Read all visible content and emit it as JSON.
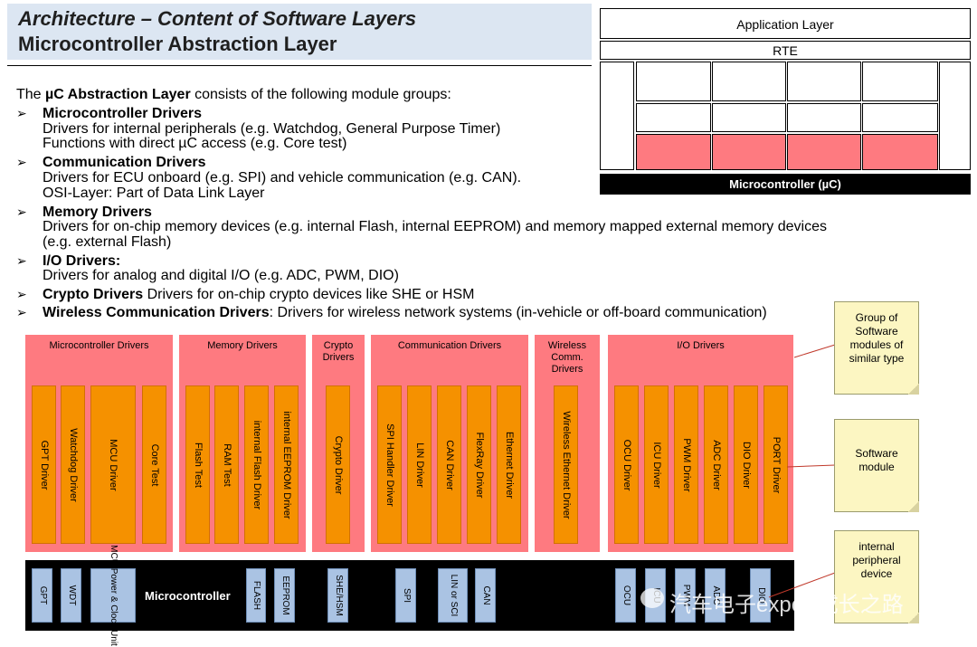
{
  "header": {
    "line1": "Architecture – Content of Software Layers",
    "line2": "Microcontroller Abstraction Layer"
  },
  "body": {
    "intro_pre": "The ",
    "intro_bold": "µC Abstraction Layer",
    "intro_post": " consists of the following module groups:",
    "bullet_glyph": "➢",
    "items": [
      {
        "title": "Microcontroller Drivers",
        "lines": [
          "Drivers for internal peripherals (e.g. Watchdog, General Purpose Timer)",
          "Functions with direct µC access (e.g. Core test)"
        ]
      },
      {
        "title": "Communication Drivers",
        "lines": [
          "Drivers for ECU onboard (e.g. SPI) and vehicle communication (e.g. CAN).",
          "OSI-Layer: Part of Data Link Layer"
        ]
      },
      {
        "title": "Memory Drivers",
        "lines": [
          "Drivers for on-chip memory devices (e.g. internal Flash, internal EEPROM) and memory mapped external memory devices",
          "(e.g. external Flash)"
        ]
      },
      {
        "title": "I/O Drivers:",
        "lines": [
          "Drivers for analog and digital I/O (e.g. ADC, PWM, DIO)"
        ]
      },
      {
        "title": "Crypto Drivers",
        "inline": " Drivers for on-chip crypto devices like SHE or HSM"
      },
      {
        "title": "Wireless Communication Drivers",
        "inline": ": Drivers for wireless network systems (in-vehicle or off-board communication)"
      }
    ]
  },
  "layers_mini": {
    "application": "Application Layer",
    "rte": "RTE",
    "microcontroller": "Microcontroller (µC)",
    "highlight_color": "#fe7a80"
  },
  "groups": [
    {
      "title": "Microcontroller Drivers",
      "drivers": [
        "GPT Driver",
        "Watchdog Driver",
        "MCU Driver",
        "Core Test"
      ]
    },
    {
      "title": "Memory Drivers",
      "drivers": [
        "Flash Test",
        "RAM Test",
        "internal Flash Driver",
        "internal EEPROM Driver"
      ]
    },
    {
      "title": "Crypto Drivers",
      "drivers": [
        "Crypto Driver"
      ]
    },
    {
      "title": "Communication Drivers",
      "drivers": [
        "SPI Handler Driver",
        "LIN Driver",
        "CAN Driver",
        "FlexRay Driver",
        "Ethernet Driver"
      ]
    },
    {
      "title": "Wireless Comm. Drivers",
      "drivers": [
        "Wireless Ethernet Driver"
      ]
    },
    {
      "title": "I/O Drivers",
      "drivers": [
        "OCU Driver",
        "ICU Driver",
        "PWM Driver",
        "ADC Driver",
        "DIO Driver",
        "PORT Driver"
      ]
    }
  ],
  "microcontroller_bar": {
    "label": "Microcontroller",
    "chips": [
      "GPT",
      "WDT",
      "MCU Power & Clock Unit",
      "FLASH",
      "EEPROM",
      "SHE/HSM",
      "SPI",
      "LIN or SCI",
      "CAN",
      "OCU",
      "ICU",
      "PWM",
      "ADC",
      "DIO"
    ]
  },
  "notes": [
    "Group of Software modules of similar type",
    "Software module",
    "internal peripheral device"
  ],
  "watermark": "汽车电子expert成长之路",
  "colors": {
    "group_fill": "#fe7a80",
    "driver_fill": "#f59100",
    "chip_fill": "#aac3e3",
    "note_fill": "#fcf6c2",
    "header_band": "#dce6f2",
    "callout_line": "#c0392b"
  }
}
